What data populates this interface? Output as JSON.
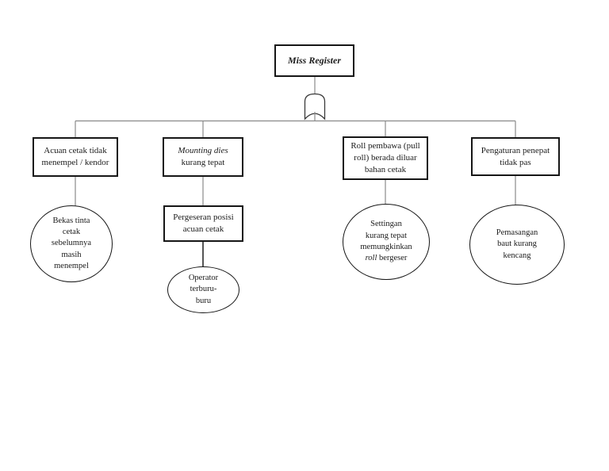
{
  "colors": {
    "background": "#ffffff",
    "box_border": "#161616",
    "connector": "#8a8a8a",
    "text": "#1b1b1b"
  },
  "nodes": {
    "miss_register": {
      "label": "Miss Register"
    },
    "acuan_cetak": {
      "lines": [
        "Acuan cetak tidak",
        "menempel / kendor"
      ]
    },
    "mounting_dies": {
      "line1": "Mounting dies",
      "line2": "kurang tepat"
    },
    "roll_pembawa": {
      "lines": [
        "Roll pembawa (pull",
        "roll) berada diluar",
        "bahan cetak"
      ]
    },
    "pengaturan_penepat": {
      "lines": [
        "Pengaturan penepat",
        "tidak pas"
      ]
    },
    "bekas_tinta": {
      "lines": [
        "Bekas tinta",
        "cetak",
        "sebelumnya",
        "masih",
        "menempel"
      ]
    },
    "pergeseran_posisi": {
      "lines": [
        "Pergeseran posisi",
        "acuan cetak"
      ]
    },
    "operator_terburu": {
      "lines": [
        "Operator",
        "terburu-",
        "buru"
      ]
    },
    "settingan": {
      "lines_pre": [
        "Settingan",
        "kurang tepat",
        "memungkinkan"
      ],
      "word_italic": "roll",
      "word_rest": "bergeser"
    },
    "pemasangan_baut": {
      "lines": [
        "Pemasangan",
        "baut kurang",
        "kencang"
      ]
    }
  },
  "gate": {
    "type": "or-gate"
  }
}
